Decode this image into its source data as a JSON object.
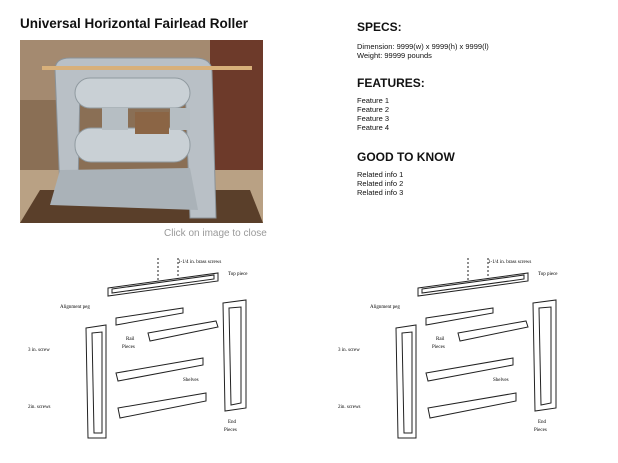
{
  "product": {
    "title": "Universal Horizontal Fairlead Roller",
    "close_hint": "Click on image to close"
  },
  "specs": {
    "heading": "SPECS:",
    "dimension": "Dimension: 9999(w) x 9999(h) x 9999(l)",
    "weight": "Weight: 99999 pounds"
  },
  "features": {
    "heading": "FEATURES:",
    "items": [
      "Feature 1",
      "Feature 2",
      "Feature 3",
      "Feature 4"
    ]
  },
  "good_to_know": {
    "heading": "GOOD TO KNOW",
    "items": [
      "Related info 1",
      "Related info 2",
      "Related info 3"
    ]
  },
  "diagram": {
    "labels": {
      "brass_screws": "1-1/4 in. brass screws",
      "top_piece": "Top piece",
      "alignment_peg": "Alignment peg",
      "rail_pieces_1": "Rail",
      "rail_pieces_2": "Pieces",
      "screw_3in": "3 in. screw",
      "screws_2in": "2in. screws",
      "shelves": "Shelves",
      "end_pieces_1": "End",
      "end_pieces_2": "Pieces"
    }
  }
}
